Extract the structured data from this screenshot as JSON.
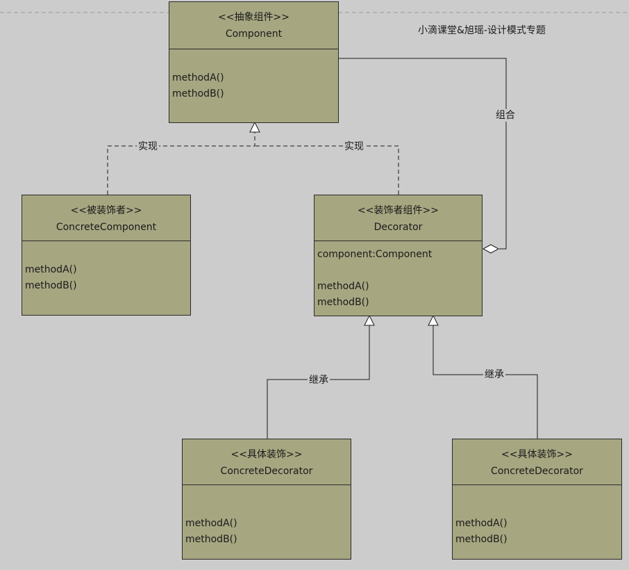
{
  "title": "小滴课堂&旭瑶-设计模式专题",
  "classes": {
    "component": {
      "stereotype": "<<抽象组件>>",
      "name": "Component",
      "methods": [
        "methodA()",
        "methodB()"
      ]
    },
    "concrete_component": {
      "stereotype": "<<被装饰者>>",
      "name": "ConcreteComponent",
      "methods": [
        "methodA()",
        "methodB()"
      ]
    },
    "decorator": {
      "stereotype": "<<装饰者组件>>",
      "name": "Decorator",
      "attribute": "component:Component",
      "methods": [
        "methodA()",
        "methodB()"
      ]
    },
    "concrete_decorator_1": {
      "stereotype": "<<具体装饰>>",
      "name": "ConcreteDecorator",
      "methods": [
        "methodA()",
        "methodB()"
      ]
    },
    "concrete_decorator_2": {
      "stereotype": "<<具体装饰>>",
      "name": "ConcreteDecorator",
      "methods": [
        "methodA()",
        "methodB()"
      ]
    }
  },
  "relations": {
    "realization_left": "实现",
    "realization_right": "实现",
    "composition": "组合",
    "inheritance_left": "继承",
    "inheritance_right": "继承"
  },
  "colors": {
    "background": "#cccccc",
    "class_fill": "#a6a681",
    "line": "#1a1a1a"
  }
}
